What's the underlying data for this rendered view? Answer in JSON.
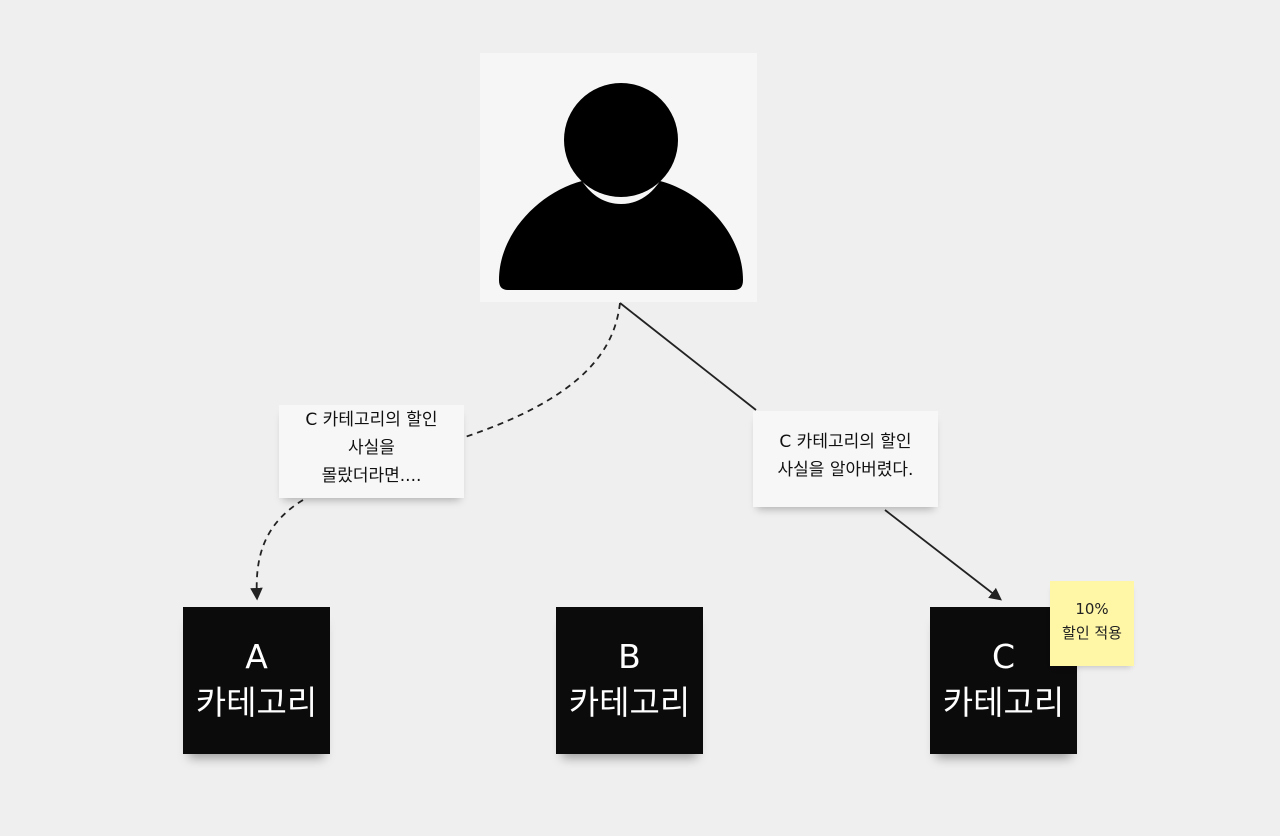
{
  "diagram": {
    "notes": {
      "left": {
        "line1": "C 카테고리의 할인",
        "line2": "사실을",
        "line3": "몰랐더라면...."
      },
      "right": {
        "line1": "C 카테고리의 할인",
        "line2": "사실을 알아버렸다."
      }
    },
    "categories": [
      {
        "letter": "A",
        "name": "카테고리"
      },
      {
        "letter": "B",
        "name": "카테고리"
      },
      {
        "letter": "C",
        "name": "카테고리"
      }
    ],
    "discount_sticky": {
      "line1": "10%",
      "line2": "할인 적용"
    },
    "user_icon": "person-icon",
    "colors": {
      "background": "#efefef",
      "category_fill": "#0b0b0b",
      "sticky_fill": "#fff6a6",
      "connector": "#222222"
    }
  }
}
